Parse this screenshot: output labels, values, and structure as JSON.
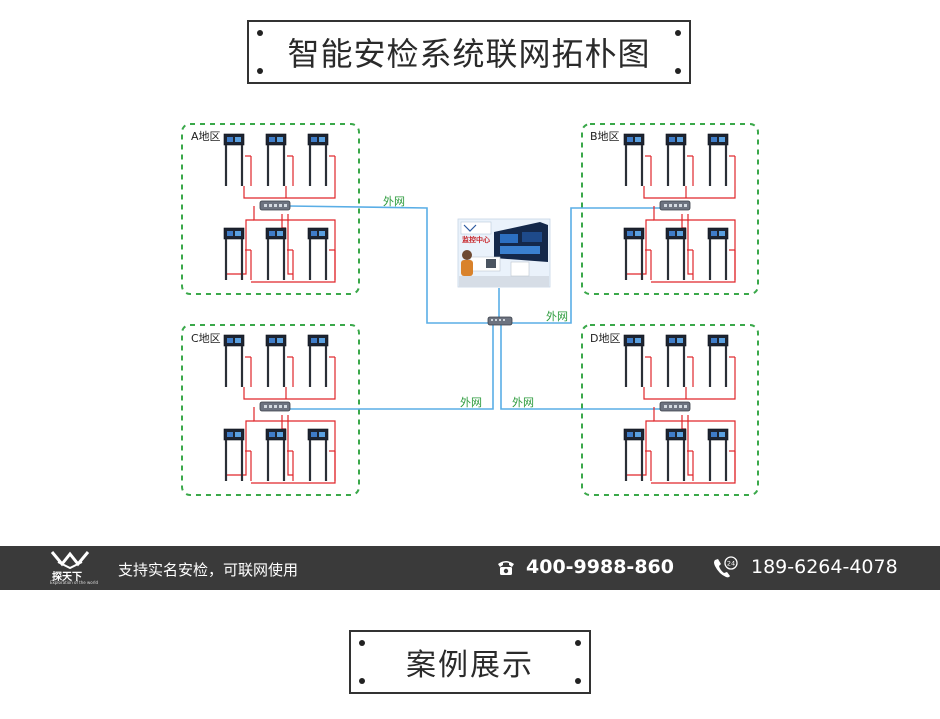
{
  "title": "智能安检系统联网拓朴图",
  "regions": {
    "a": "A地区",
    "b": "B地区",
    "c": "C地区",
    "d": "D地区"
  },
  "link_label": "外网",
  "monitor_center": {
    "label": "监控中心"
  },
  "banner": {
    "brand": "探天下",
    "brand_sub": "Exploration of the world",
    "slogan": "支持实名安检，可联网使用",
    "phone": "400-9988-860",
    "mobile_badge": "24",
    "mobile": "189-6264-4078"
  },
  "section_title": "案例展示",
  "colors": {
    "region_border": "#3aa84a",
    "network_line": "#5aaee6",
    "power_line": "#e0262a",
    "label_green": "#2a9a3a",
    "banner_bg": "#3a3a3a"
  }
}
